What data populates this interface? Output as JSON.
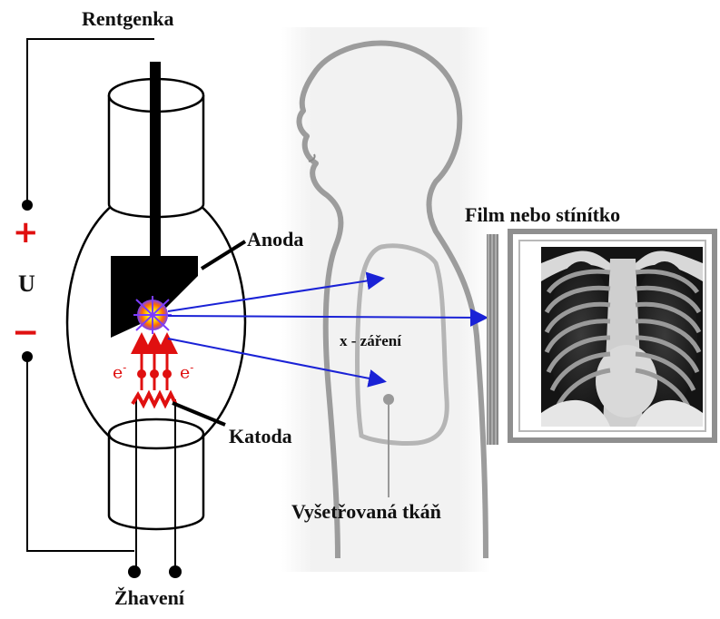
{
  "labels": {
    "tube": "Rentgenka",
    "anode": "Anoda",
    "cathode": "Katoda",
    "heating": "Žhavení",
    "voltage": "U",
    "plus": "+",
    "minus": "−",
    "electron_base": "e",
    "electron_sup": "-",
    "radiation": "x - záření",
    "film": "Film nebo stínítko",
    "tissue": "Vyšetřovaná tkáň"
  },
  "colors": {
    "ray": "#1a22d6",
    "electron": "#e01010",
    "tube_line": "#000000",
    "body_outline": "#9c9c9c",
    "lung_outline": "#b0b0b0",
    "xray_bg": "#1a1a1a",
    "frame": "#8f8f8f"
  }
}
